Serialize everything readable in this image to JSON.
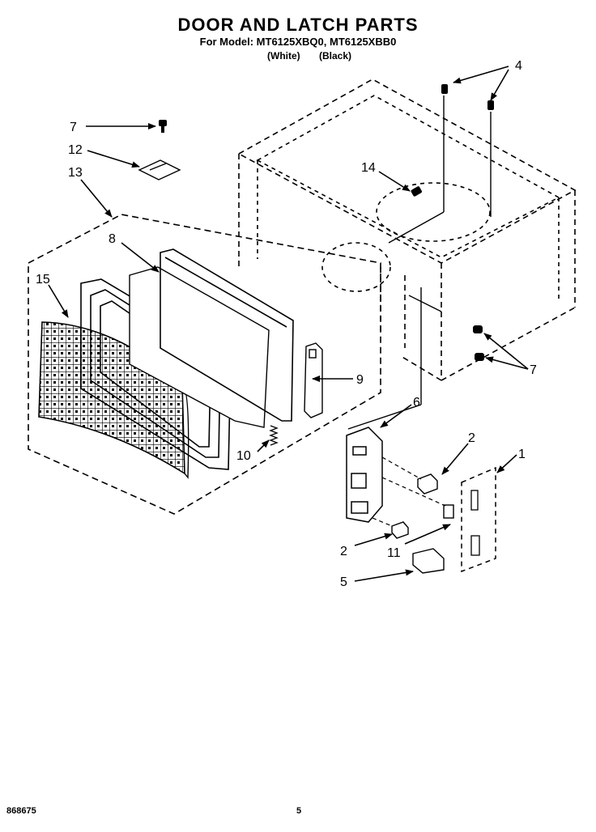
{
  "header": {
    "title": "DOOR AND LATCH PARTS",
    "subtitle": "For Model: MT6125XBQ0, MT6125XBB0",
    "variant_white": "(White)",
    "variant_black": "(Black)"
  },
  "footer": {
    "code": "868675",
    "page": "5"
  },
  "callouts": [
    {
      "id": "callout-4",
      "label": "4"
    },
    {
      "id": "callout-7-top",
      "label": "7"
    },
    {
      "id": "callout-12",
      "label": "12"
    },
    {
      "id": "callout-13",
      "label": "13"
    },
    {
      "id": "callout-14",
      "label": "14"
    },
    {
      "id": "callout-8",
      "label": "8"
    },
    {
      "id": "callout-15",
      "label": "15"
    },
    {
      "id": "callout-9",
      "label": "9"
    },
    {
      "id": "callout-7-right",
      "label": "7"
    },
    {
      "id": "callout-6",
      "label": "6"
    },
    {
      "id": "callout-10",
      "label": "10"
    },
    {
      "id": "callout-2-upper",
      "label": "2"
    },
    {
      "id": "callout-1",
      "label": "1"
    },
    {
      "id": "callout-2-lower",
      "label": "2"
    },
    {
      "id": "callout-11",
      "label": "11"
    },
    {
      "id": "callout-5",
      "label": "5"
    }
  ]
}
